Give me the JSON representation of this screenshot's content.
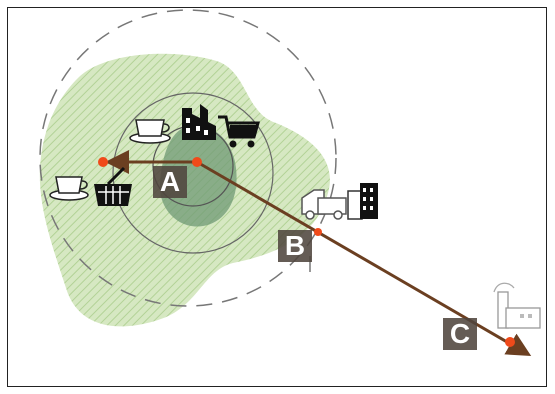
{
  "labels": {
    "a": "A",
    "b": "B",
    "c": "C"
  },
  "icons": [
    "coffee-cup-icon",
    "factory-icon",
    "shopping-cart-icon",
    "shopping-basket-icon",
    "delivery-truck-icon",
    "office-building-icon",
    "power-plant-icon"
  ],
  "colors": {
    "region_fill": "#cfe3b8",
    "region_hatch": "#a9cc8c",
    "core_fill": "#6f9a74",
    "arrow": "#6b3f21",
    "point": "#f04a1a",
    "label_bg": "#50463e",
    "ring": "#6a6a6a"
  }
}
